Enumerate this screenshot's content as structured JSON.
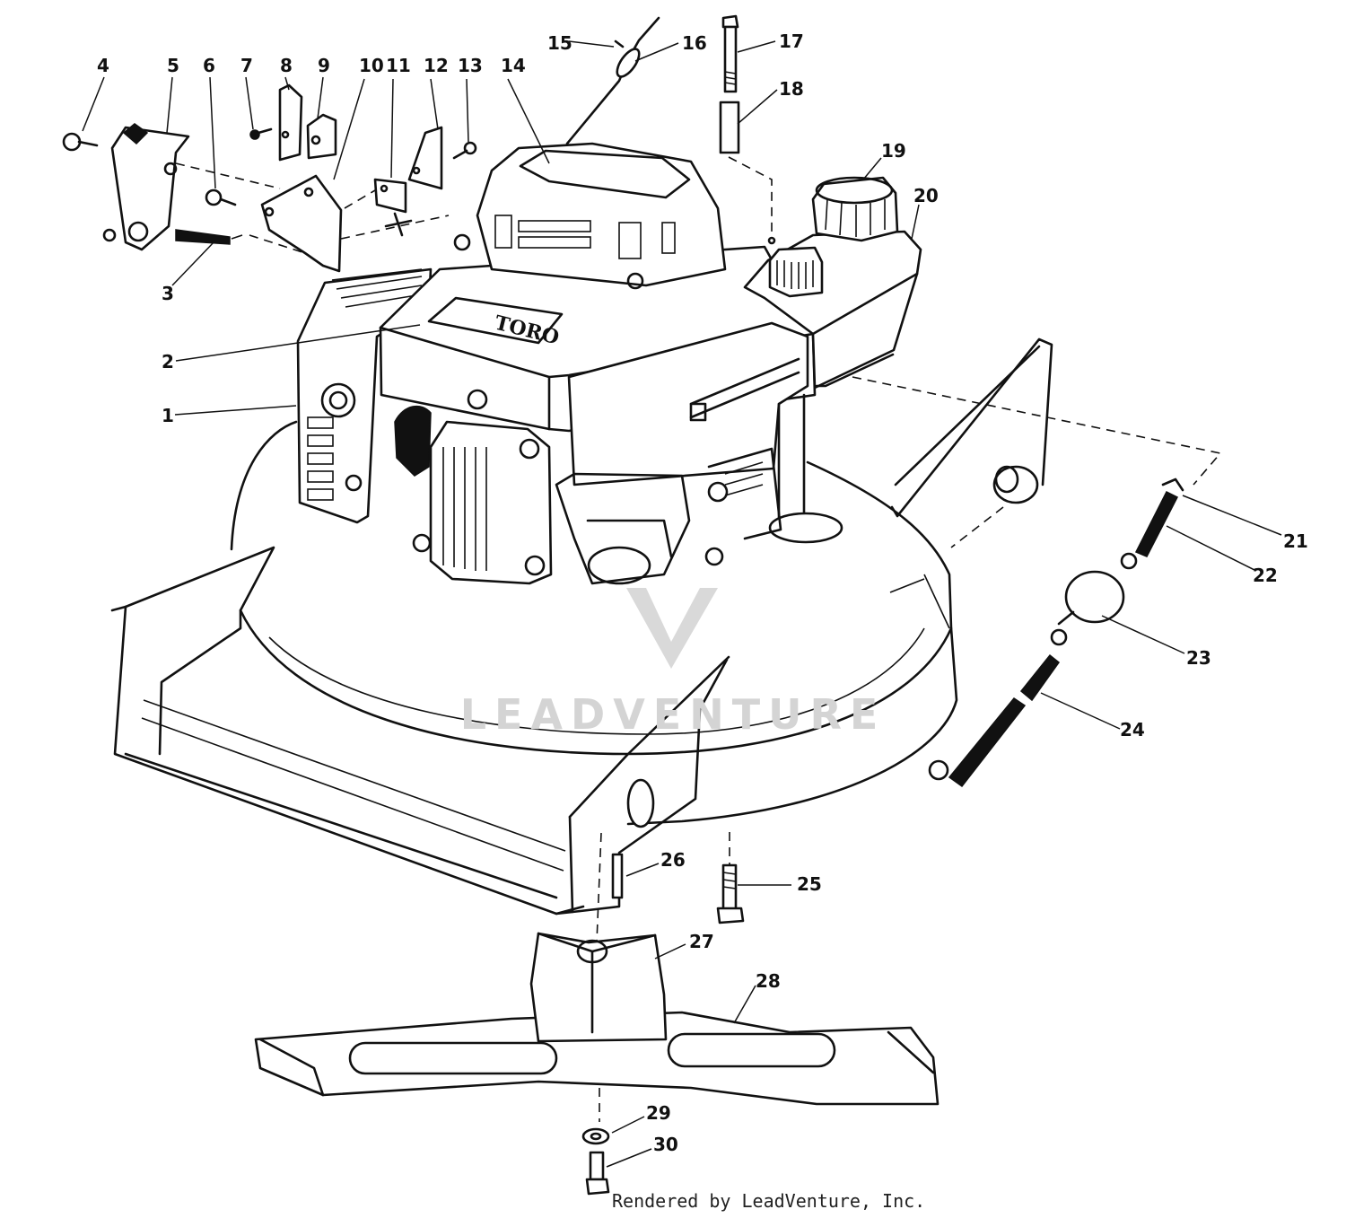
{
  "parts": [
    {
      "id": "1",
      "label": "1"
    },
    {
      "id": "2",
      "label": "2"
    },
    {
      "id": "3",
      "label": "3"
    },
    {
      "id": "4",
      "label": "4"
    },
    {
      "id": "5",
      "label": "5"
    },
    {
      "id": "6",
      "label": "6"
    },
    {
      "id": "7",
      "label": "7"
    },
    {
      "id": "8",
      "label": "8"
    },
    {
      "id": "9",
      "label": "9"
    },
    {
      "id": "10",
      "label": "10"
    },
    {
      "id": "11",
      "label": "11"
    },
    {
      "id": "12",
      "label": "12"
    },
    {
      "id": "13",
      "label": "13"
    },
    {
      "id": "14",
      "label": "14"
    },
    {
      "id": "15",
      "label": "15"
    },
    {
      "id": "16",
      "label": "16"
    },
    {
      "id": "17",
      "label": "17"
    },
    {
      "id": "18",
      "label": "18"
    },
    {
      "id": "19",
      "label": "19"
    },
    {
      "id": "20",
      "label": "20"
    },
    {
      "id": "21",
      "label": "21"
    },
    {
      "id": "22",
      "label": "22"
    },
    {
      "id": "23",
      "label": "23"
    },
    {
      "id": "24",
      "label": "24"
    },
    {
      "id": "25",
      "label": "25"
    },
    {
      "id": "26",
      "label": "26"
    },
    {
      "id": "27",
      "label": "27"
    },
    {
      "id": "28",
      "label": "28"
    },
    {
      "id": "29",
      "label": "29"
    },
    {
      "id": "30",
      "label": "30"
    }
  ],
  "engine_brand": "TORO",
  "watermark": "LEADVENTURE",
  "credit": "Rendered by LeadVenture, Inc."
}
